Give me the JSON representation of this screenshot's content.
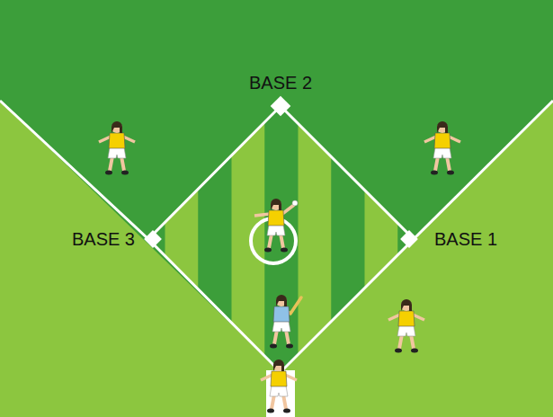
{
  "diagram": {
    "labels": [
      "BASE 2",
      "BASE 3",
      "BASE 1"
    ]
  }
}
